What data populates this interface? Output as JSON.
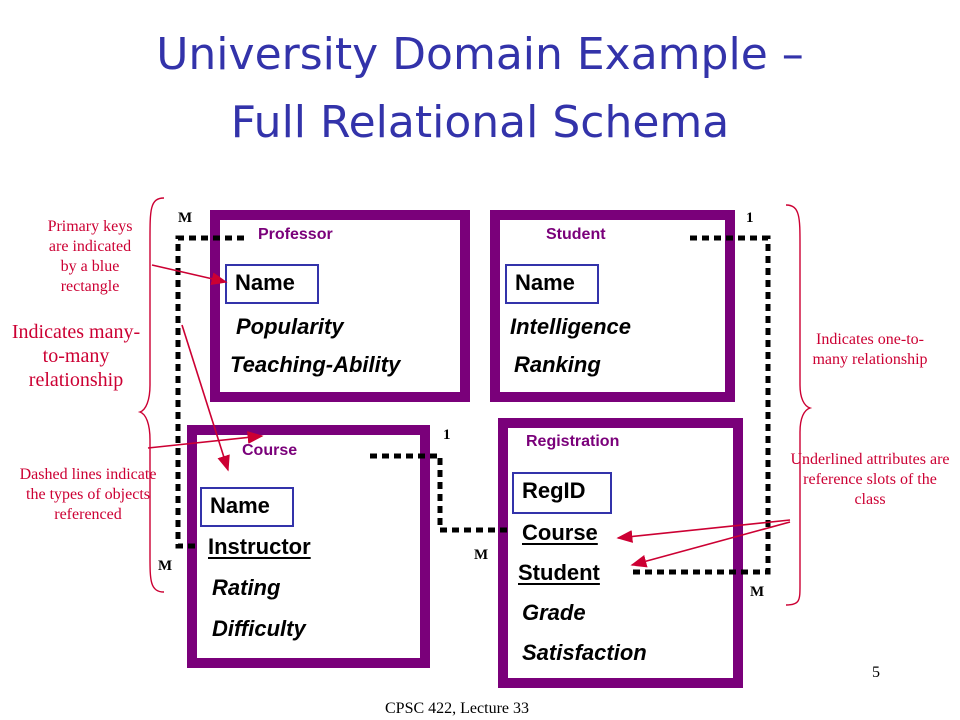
{
  "title": {
    "line1": "University Domain Example –",
    "line2": "Full Relational Schema"
  },
  "classes": {
    "professor": {
      "label": "Professor",
      "pk": "Name",
      "attrs": [
        "Popularity",
        "Teaching-Ability"
      ]
    },
    "student": {
      "label": "Student",
      "pk": "Name",
      "attrs": [
        "Intelligence",
        "Ranking"
      ]
    },
    "course": {
      "label": "Course",
      "pk": "Name",
      "ref_attr": "Instructor",
      "attrs": [
        "Rating",
        "Difficulty"
      ]
    },
    "registration": {
      "label": "Registration",
      "pk": "RegID",
      "ref_attrs": [
        "Course",
        "Student"
      ],
      "attrs": [
        "Grade",
        "Satisfaction"
      ]
    }
  },
  "multiplicities": {
    "prof_m": "M",
    "course_m": "M",
    "course_1": "1",
    "reg_course_m": "M",
    "student_1": "1",
    "reg_student_m": "M"
  },
  "notes": {
    "primary_keys": "Primary keys are indicated by a blue rectangle",
    "many_to_many": "Indicates many-to-many relationship",
    "dashed_lines": "Dashed lines indicate the types of objects referenced",
    "one_to_many": "Indicates one-to-many relationship",
    "underlined": "Underlined attributes are reference slots of the class"
  },
  "footer": {
    "course": "CPSC 422, Lecture 33",
    "page": "5"
  },
  "colors": {
    "box_border": "#7a007a",
    "pk_border": "#3333aa",
    "title": "#3333aa",
    "note": "#cc0033"
  }
}
